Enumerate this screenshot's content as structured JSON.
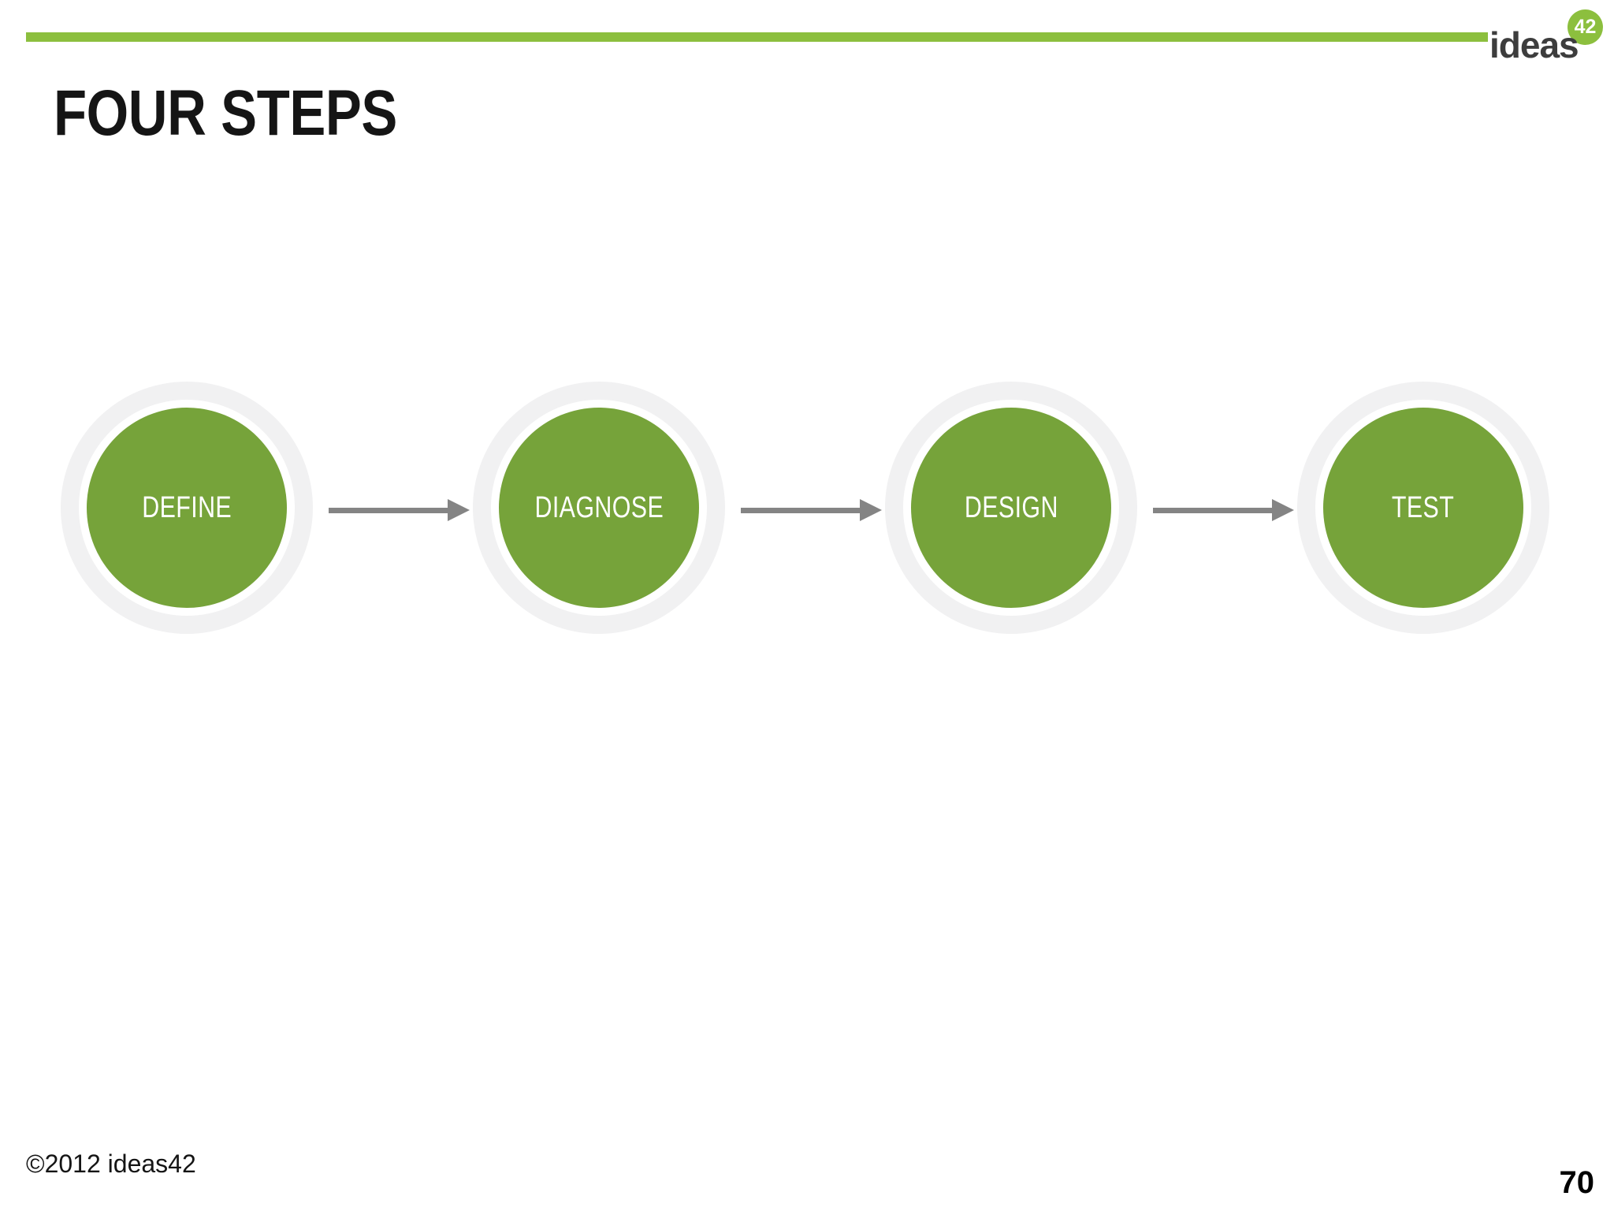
{
  "slide": {
    "title": "FOUR STEPS",
    "logo": {
      "word": "ideas",
      "badge": "42"
    },
    "diagram": {
      "steps": [
        {
          "label": "DEFINE"
        },
        {
          "label": "DIAGNOSE"
        },
        {
          "label": "DESIGN"
        },
        {
          "label": "TEST"
        }
      ]
    },
    "footer": {
      "copyright": "©2012 ideas42",
      "page_number": "70"
    }
  },
  "colors": {
    "accent-green": "#8cbf3e",
    "circle-green": "#76a33a",
    "ring-gray": "#f1f1f2",
    "arrow-gray": "#848484",
    "logo-gray": "#3d3d3d",
    "text-dark": "#151515",
    "slide-bg": "#ffffff"
  }
}
